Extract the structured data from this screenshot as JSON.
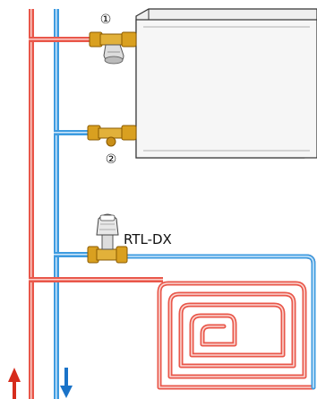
{
  "labels": {
    "valve_1": "①",
    "valve_2": "②",
    "thermostatic_valve": "RTL-DX"
  },
  "colors": {
    "supply_pipe": "#e9574a",
    "supply_pipe_dark": "#c0392b",
    "return_pipe": "#3d9be0",
    "return_pipe_dark": "#1f6fb0",
    "radiator_fill": "#f4f4f4",
    "radiator_outline": "#333333",
    "brass": "#d9a020",
    "brass_dark": "#8a5a00",
    "arrow_up": "#d62c1c",
    "arrow_down": "#1a73c8"
  },
  "icons": {
    "supply_arrow": "arrow-up-icon",
    "return_arrow": "arrow-down-icon"
  }
}
